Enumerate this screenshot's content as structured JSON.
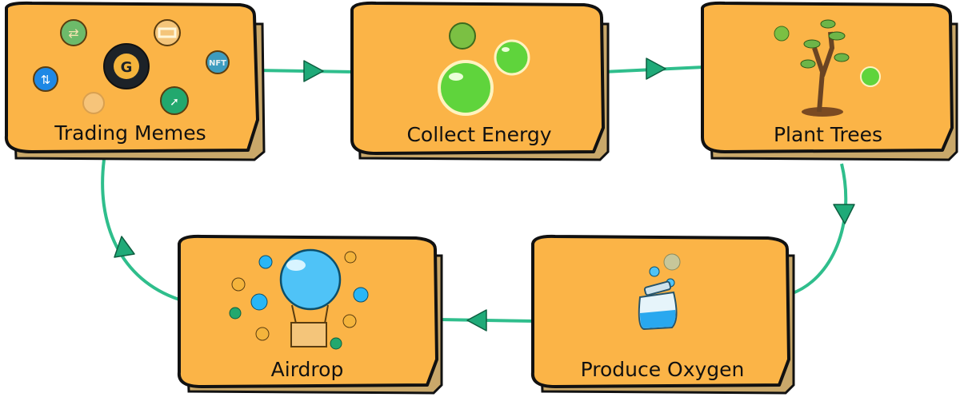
{
  "diagram": {
    "steps": [
      {
        "label": "Trading Memes"
      },
      {
        "label": "Collect Energy"
      },
      {
        "label": "Plant Trees"
      },
      {
        "label": "Produce Oxygen"
      },
      {
        "label": "Airdrop"
      }
    ],
    "icons": {
      "trading": [
        "swap-coin-icon",
        "bridge-coin-icon",
        "logo-coin-icon",
        "nft-coin-icon",
        "exchange-coin-icon",
        "chart-coin-icon",
        "rocket-coin-icon"
      ],
      "nft_text": "NFT"
    },
    "colors": {
      "card": "#FBB447",
      "connector": "#2FBE8C",
      "arrow": "#1FAA78"
    }
  }
}
